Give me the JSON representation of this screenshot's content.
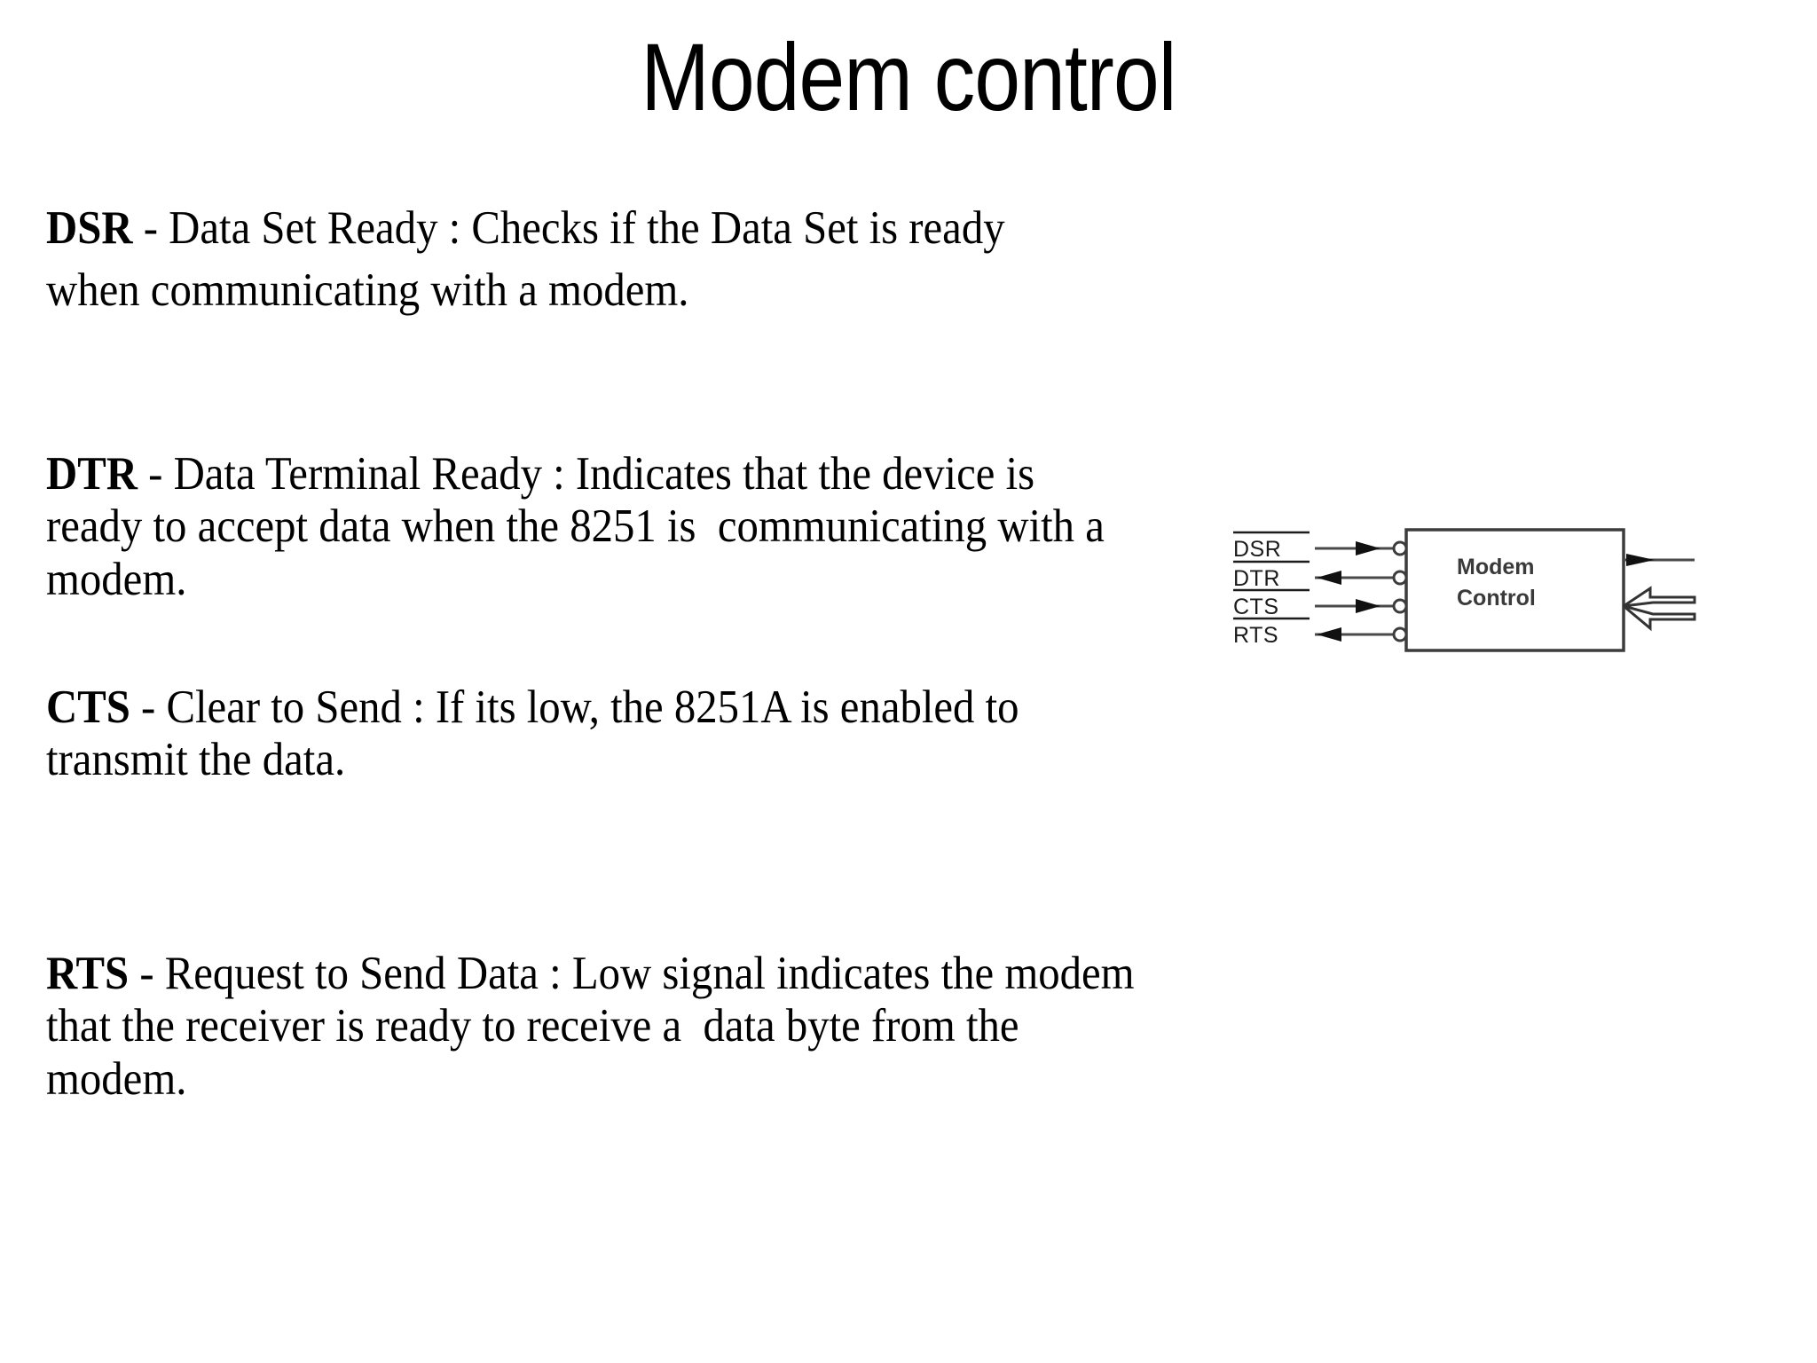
{
  "slide": {
    "title": "Modem control",
    "background_color": "#ffffff",
    "text_color": "#000000"
  },
  "body": {
    "paragraphs": [
      {
        "abbr": "DSR",
        "rest": " - Data Set Ready : Checks if the Data Set is ready when communicating with a modem."
      },
      {
        "abbr": "DTR",
        "rest": " - Data Terminal Ready : Indicates that the device is ready to accept data when the 8251 is  communicating with a modem."
      },
      {
        "abbr": "CTS",
        "rest": " - Clear to Send : If its low, the 8251A is enabled to transmit the data."
      },
      {
        "abbr": "RTS",
        "rest": " - Request to Send Data : Low signal indicates the modem that the receiver is ready to receive a  data byte from the modem."
      }
    ]
  },
  "diagram": {
    "block_label_line1": "Modem",
    "block_label_line2": "Control",
    "signals": [
      {
        "name": "DSR",
        "active_low": true,
        "direction": "in"
      },
      {
        "name": "DTR",
        "active_low": true,
        "direction": "out"
      },
      {
        "name": "CTS",
        "active_low": true,
        "direction": "out"
      },
      {
        "name": "RTS",
        "active_low": true,
        "direction": "out"
      }
    ],
    "right_ports": [
      {
        "direction": "out",
        "style": "solid-arrow"
      },
      {
        "direction": "in",
        "style": "hollow-arrow"
      },
      {
        "direction": "in",
        "style": "hollow-arrow"
      }
    ],
    "line_color": "#3c3c3c",
    "label_color": "#1c1c1c"
  }
}
